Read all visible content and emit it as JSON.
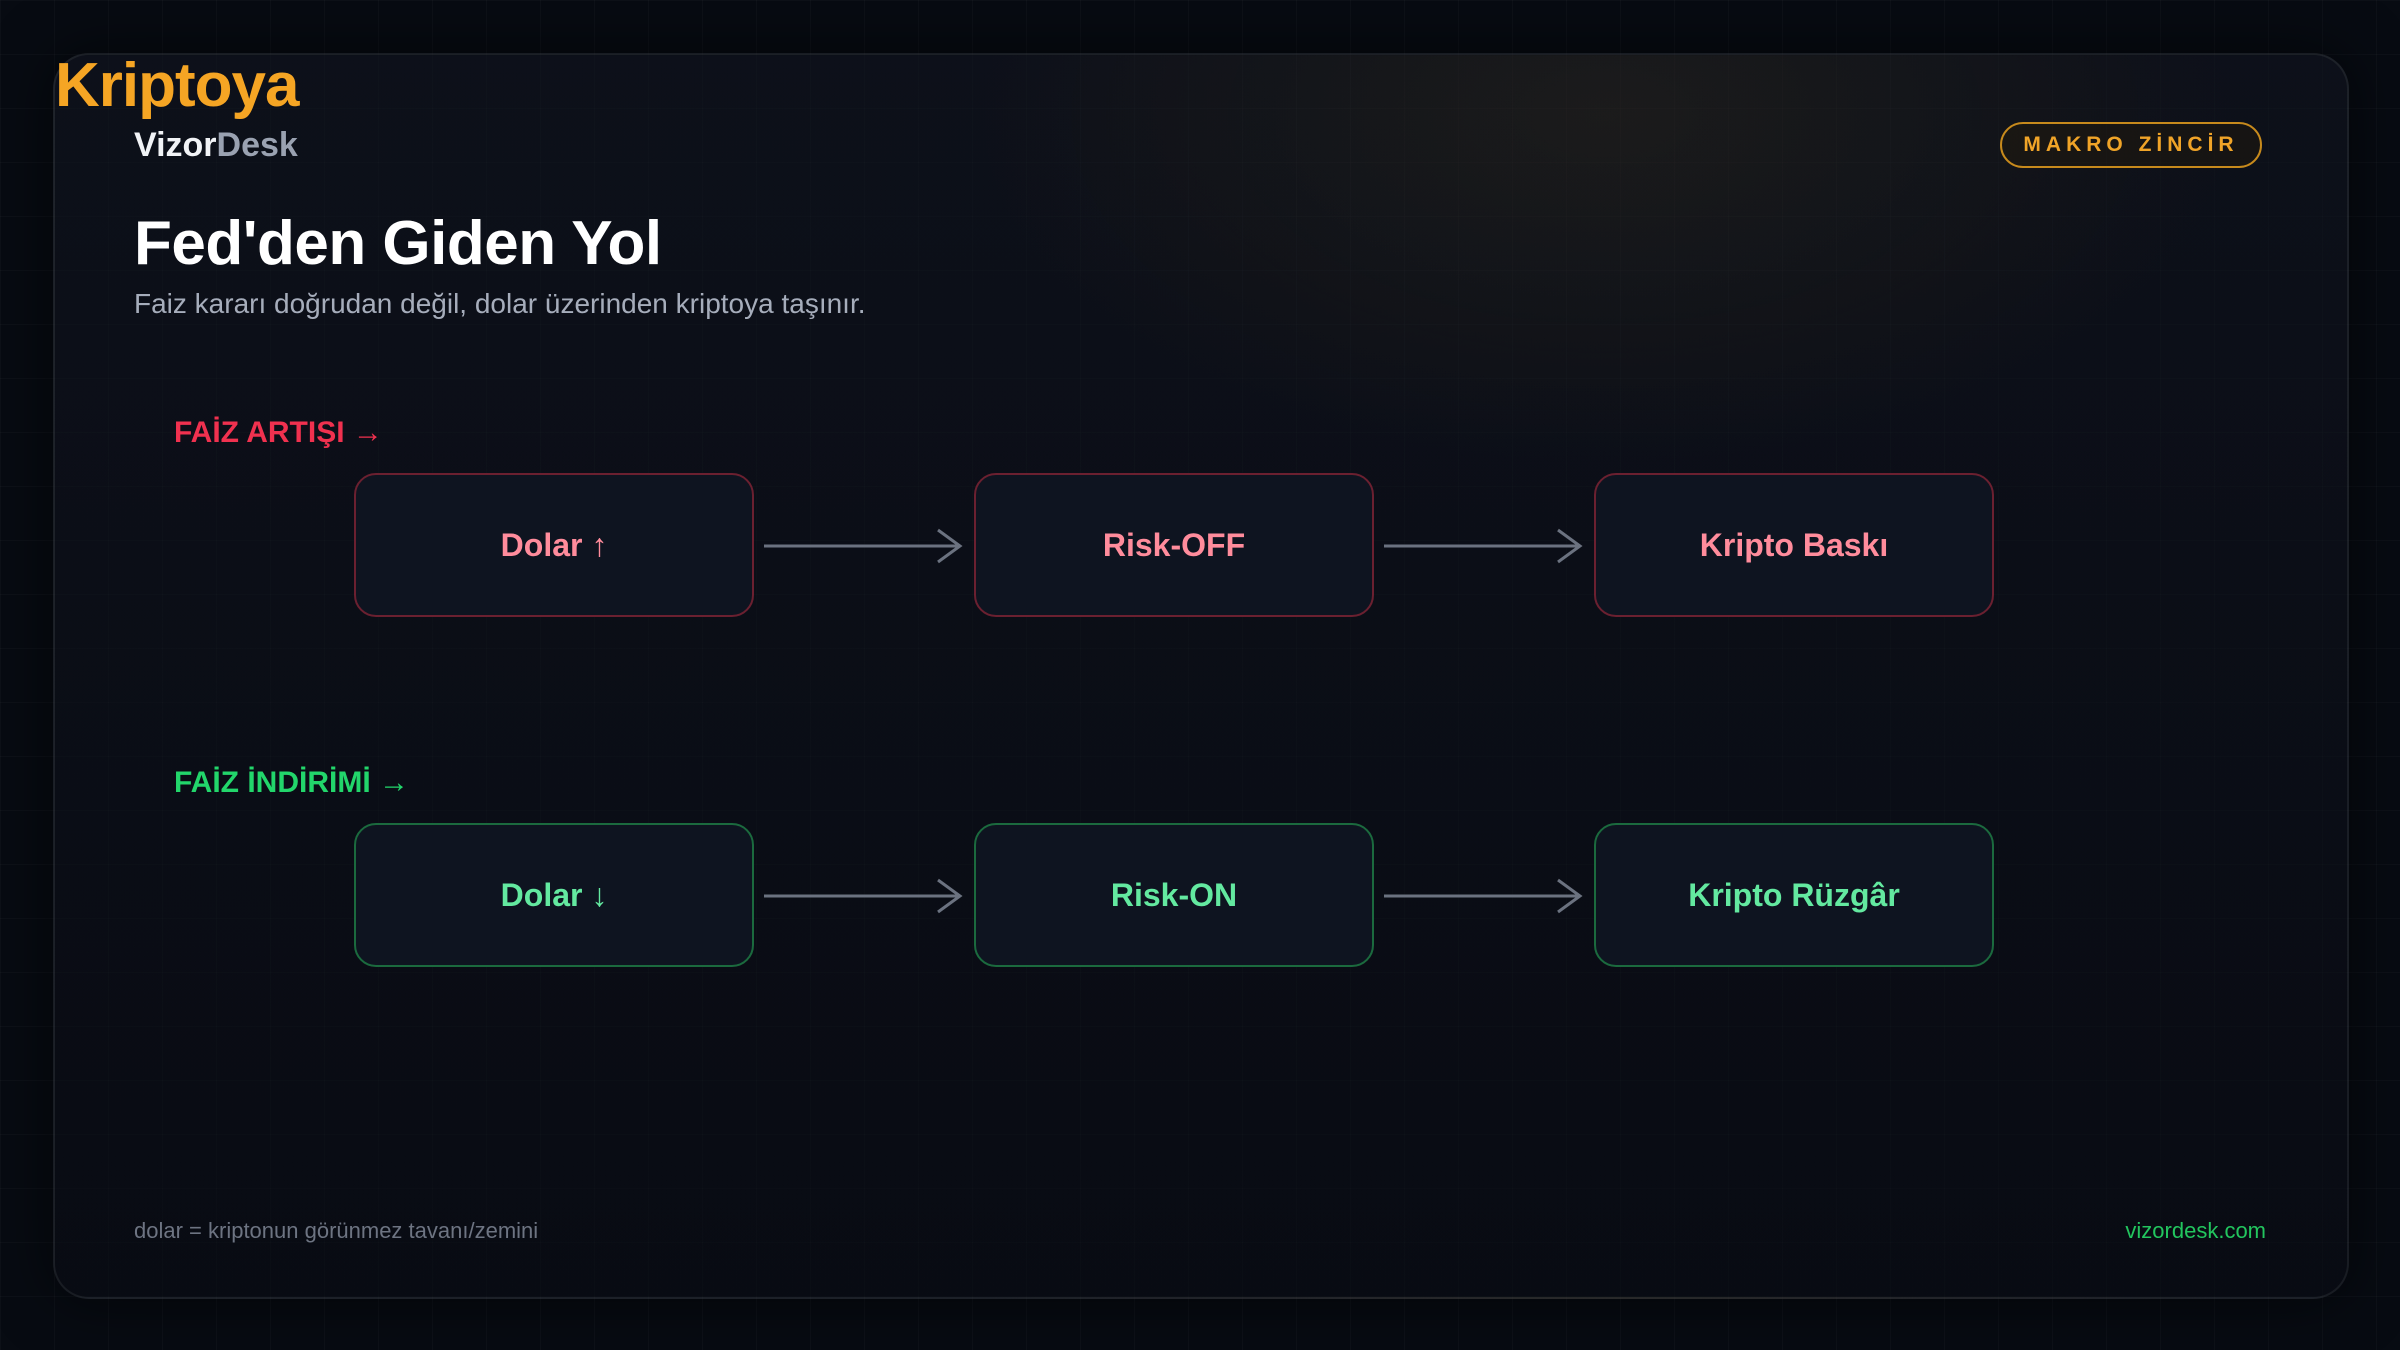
{
  "brand": {
    "name": "Kriptoya",
    "sub_a": "Vizor",
    "sub_b": "Desk"
  },
  "badge": "MAKRO ZİNCİR",
  "title": "Fed'den Giden Yol",
  "subtitle": "Faiz kararı doğrudan değil, dolar üzerinden kriptoya taşınır.",
  "rows": [
    {
      "label": "FAİZ ARTIŞI →",
      "color": "#f0314f",
      "nodes": [
        "Dolar ↑",
        "Risk-OFF",
        "Kripto Baskı"
      ]
    },
    {
      "label": "FAİZ İNDİRİMİ →",
      "color": "#22d66b",
      "nodes": [
        "Dolar ↓",
        "Risk-ON",
        "Kripto Rüzgâr"
      ]
    }
  ],
  "footer": {
    "note": "dolar = kriptonun görünmez tavanı/zemini",
    "site": "vizordesk.com"
  }
}
